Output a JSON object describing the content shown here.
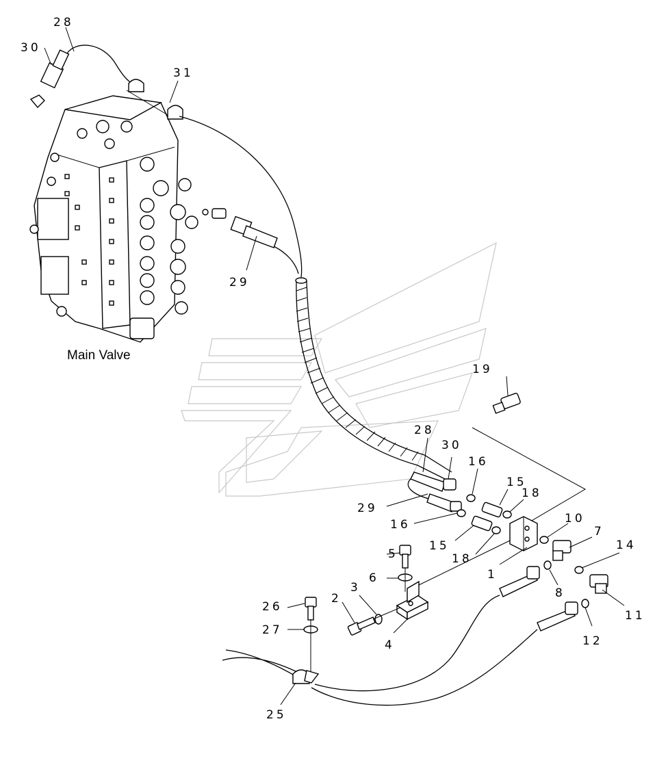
{
  "diagram": {
    "caption": "Main Valve",
    "callouts": [
      {
        "id": "c28a",
        "text": "28"
      },
      {
        "id": "c30a",
        "text": "30"
      },
      {
        "id": "c31",
        "text": "31"
      },
      {
        "id": "c29a",
        "text": "29"
      },
      {
        "id": "c19",
        "text": "19"
      },
      {
        "id": "c28b",
        "text": "28"
      },
      {
        "id": "c30b",
        "text": "30"
      },
      {
        "id": "c16a",
        "text": "16"
      },
      {
        "id": "c15a",
        "text": "15"
      },
      {
        "id": "c18a",
        "text": "18"
      },
      {
        "id": "c29b",
        "text": "29"
      },
      {
        "id": "c16b",
        "text": "16"
      },
      {
        "id": "c15b",
        "text": "15"
      },
      {
        "id": "c18b",
        "text": "18"
      },
      {
        "id": "c10",
        "text": "10"
      },
      {
        "id": "c7",
        "text": "7"
      },
      {
        "id": "c14",
        "text": "14"
      },
      {
        "id": "c1",
        "text": "1"
      },
      {
        "id": "c5",
        "text": "5"
      },
      {
        "id": "c6",
        "text": "6"
      },
      {
        "id": "c8",
        "text": "8"
      },
      {
        "id": "c11",
        "text": "11"
      },
      {
        "id": "c2",
        "text": "2"
      },
      {
        "id": "c3",
        "text": "3"
      },
      {
        "id": "c26",
        "text": "26"
      },
      {
        "id": "c27",
        "text": "27"
      },
      {
        "id": "c4",
        "text": "4"
      },
      {
        "id": "c12",
        "text": "12"
      },
      {
        "id": "c25",
        "text": "25"
      }
    ]
  }
}
